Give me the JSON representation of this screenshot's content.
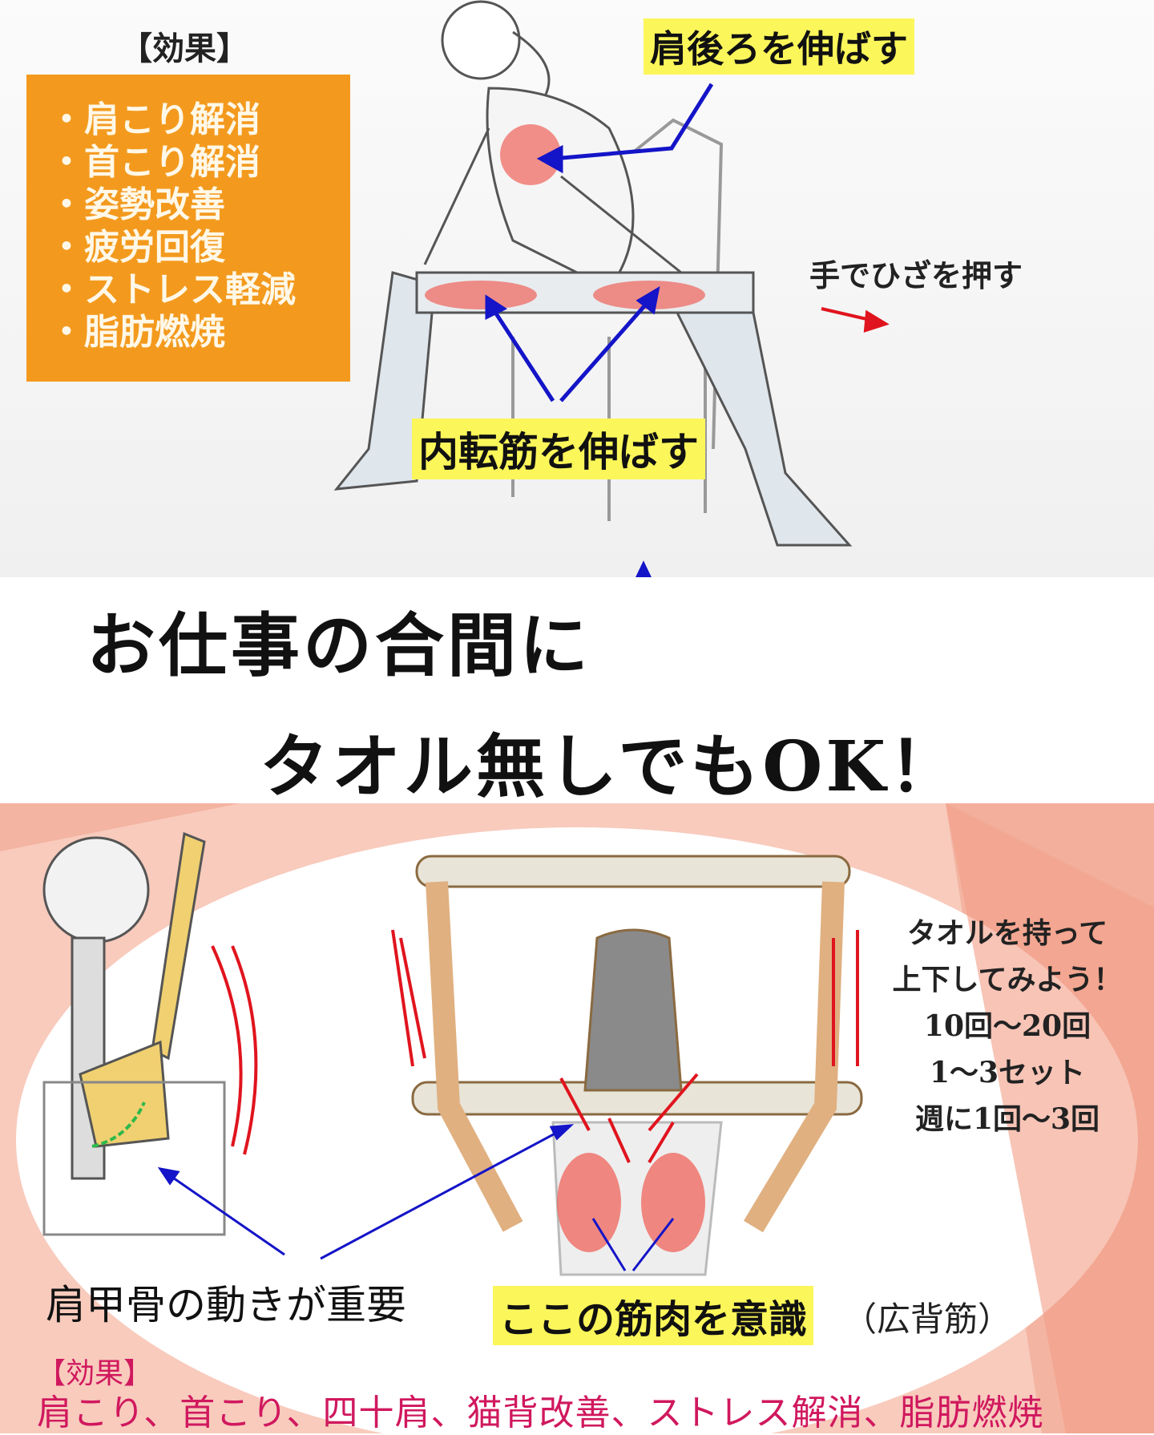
{
  "top": {
    "effects_title": "【効果】",
    "effects": [
      "・肩こり解消",
      "・首こり解消",
      "・姿勢改善",
      "・疲労回復",
      "・ストレス軽減",
      "・脂肪燃焼"
    ],
    "label_shoulder": "肩後ろを伸ばす",
    "label_push": "手でひざを押す",
    "label_adductor": "内転筋を伸ばす"
  },
  "headline": {
    "line1": "お仕事の合間に",
    "line2": "タオル無しでもOK！"
  },
  "bottom": {
    "instructions": [
      "タオルを持って",
      "上下してみよう！",
      "10回〜20回",
      "1〜3セット",
      "週に1回〜3回"
    ],
    "scapula_label": "肩甲骨の動きが重要",
    "muscle_label": "ここの筋肉を意識",
    "muscle_name": "（広背筋）",
    "effects_title": "【効果】",
    "effects_line": "肩こり、首こり、四十肩、猫背改善、ストレス解消、脂肪燃焼"
  },
  "colors": {
    "orange": "#f39a1e",
    "highlight": "#fbf65a",
    "arrow_blue": "#1414c8",
    "arrow_red": "#e0141e",
    "effects_pink": "#d0185e",
    "salmon_bg": "#f4b4a2"
  }
}
